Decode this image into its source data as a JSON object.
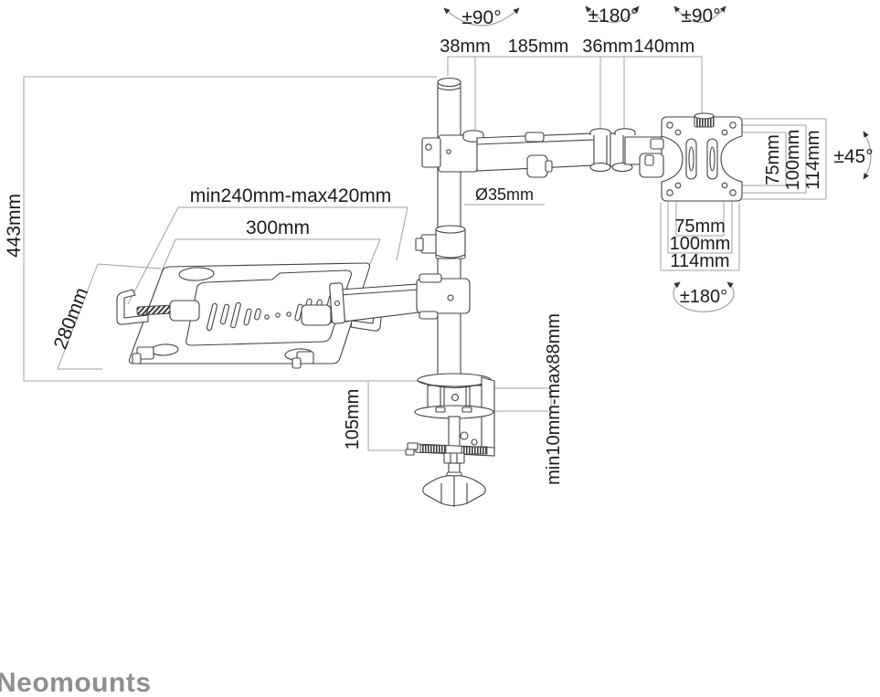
{
  "colors": {
    "background": "#ffffff",
    "drawing_line": "#424242",
    "dimension_line": "#a0a0a0",
    "text": "#1b1b1b",
    "logo": "#8e8e8e"
  },
  "logo": {
    "text": "Neomounts"
  },
  "labels": {
    "rotation_pole": "±90°",
    "rotation_elbow": "±180°",
    "rotation_head": "±90°",
    "offset_pole": "38mm",
    "offset_arm1": "185mm",
    "offset_elbow": "36mm",
    "offset_arm2": "140mm",
    "pole_height": "443mm",
    "pole_diameter": "Ø35mm",
    "tray_width_range": "min240mm-max420mm",
    "tray_width": "300mm",
    "tray_depth": "280mm",
    "vesa_vertical_75": "75mm",
    "vesa_vertical_100": "100mm",
    "vesa_vertical_114": "114mm",
    "vesa_horizontal_75": "75mm",
    "vesa_horizontal_100": "100mm",
    "vesa_horizontal_114": "114mm",
    "screen_tilt": "±45°",
    "screen_rotation": "±180°",
    "clamp_height": "105mm",
    "clamp_thickness_range": "min10mm-max88mm"
  }
}
